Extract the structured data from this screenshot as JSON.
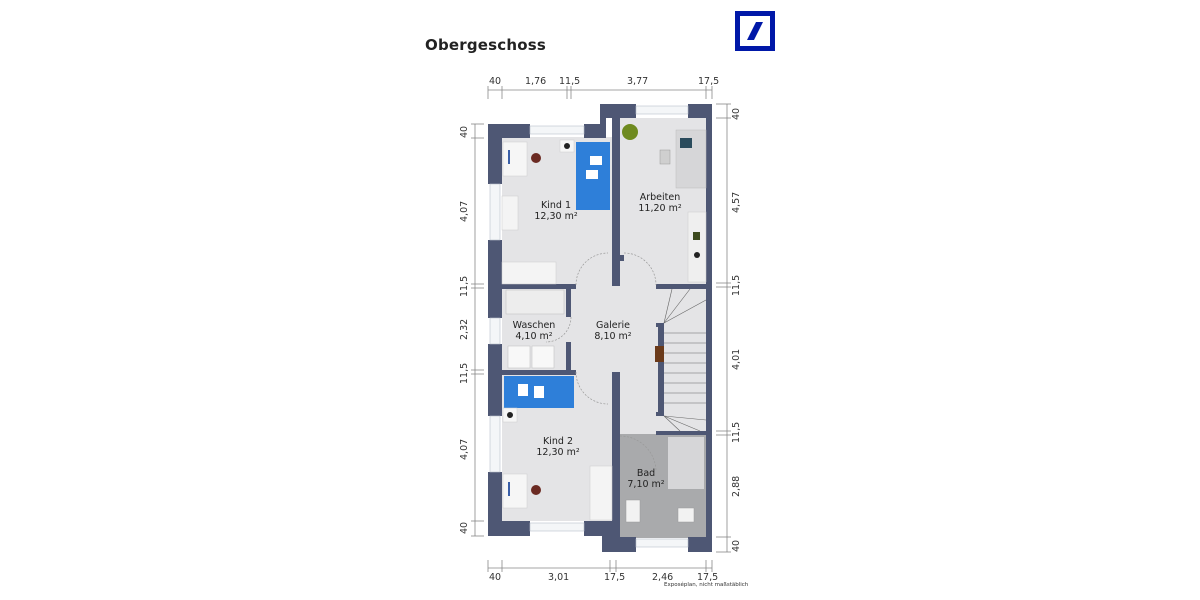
{
  "header": {
    "title": "Obergeschoss",
    "logo": "deutsche-bank-logo",
    "logo_color": "#0018A8"
  },
  "colors": {
    "wall": "#4E5774",
    "floor": "#E4E4E6",
    "bath_tile": "#A9AAAC",
    "bed_blue": "#2E7FD9",
    "dim_line": "#777777"
  },
  "dimensions": {
    "top": [
      "40",
      "1,76",
      "11,5",
      "3,77",
      "17,5"
    ],
    "bottom": [
      "40",
      "3,01",
      "17,5",
      "2,46",
      "17,5"
    ],
    "left": [
      "40",
      "4,07",
      "11,5",
      "2,32",
      "11,5",
      "4,07",
      "40"
    ],
    "right": [
      "40",
      "4,57",
      "11,5",
      "4,01",
      "11,5",
      "2,88",
      "40"
    ]
  },
  "rooms": [
    {
      "name": "Kind 1",
      "area": "12,30 m²"
    },
    {
      "name": "Arbeiten",
      "area": "11,20 m²"
    },
    {
      "name": "Waschen",
      "area": "4,10 m²"
    },
    {
      "name": "Galerie",
      "area": "8,10 m²"
    },
    {
      "name": "Kind 2",
      "area": "12,30 m²"
    },
    {
      "name": "Bad",
      "area": "7,10 m²"
    }
  ],
  "footer": {
    "note": "Exposéplan, nicht maßstäblich"
  }
}
